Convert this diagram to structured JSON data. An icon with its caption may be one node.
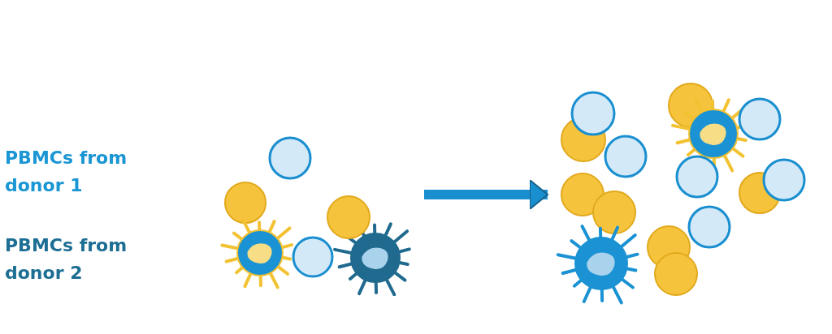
{
  "diagram": {
    "nodes": [
      {
        "text": [],
        "shape": "picture"
      },
      {
        "text": [],
        "shape": "picture"
      }
    ],
    "edges": [
      {
        "from": 0,
        "to": 1,
        "arrow": "to"
      }
    ],
    "labels": [
      "PBMCs from donor 1",
      "PBMCs from donor 2"
    ]
  }
}
